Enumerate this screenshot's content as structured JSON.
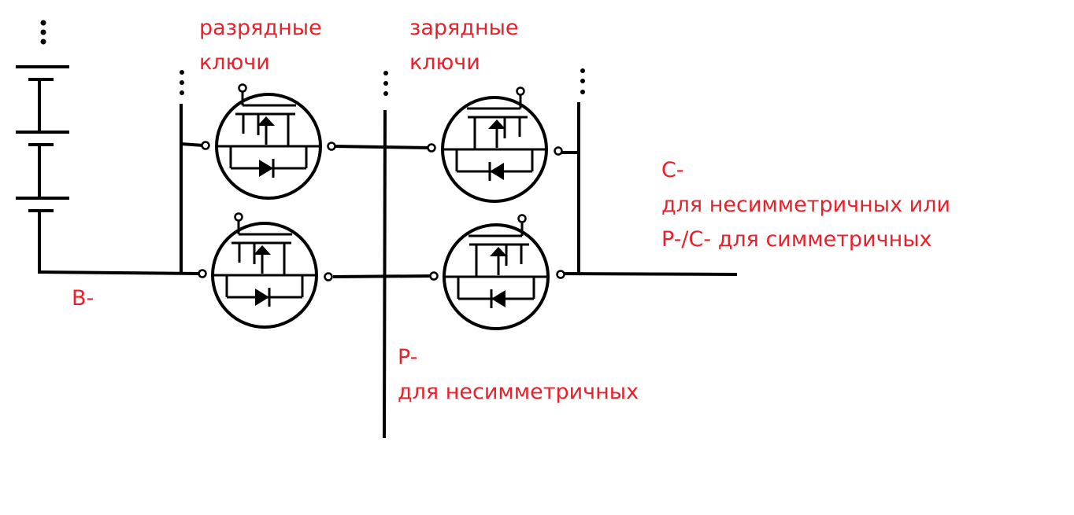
{
  "colors": {
    "label": "#e8202a",
    "wire": "#000000",
    "background": "#ffffff"
  },
  "labels": {
    "discharge_keys": [
      "разрядные",
      "ключи"
    ],
    "charge_keys": [
      "зарядные",
      "ключи"
    ],
    "b_minus": "B-",
    "p_minus": [
      "P-",
      "для несимметричных"
    ],
    "c_minus": [
      "C-",
      "для несимметричных или",
      "P-/C- для симметричных"
    ]
  }
}
